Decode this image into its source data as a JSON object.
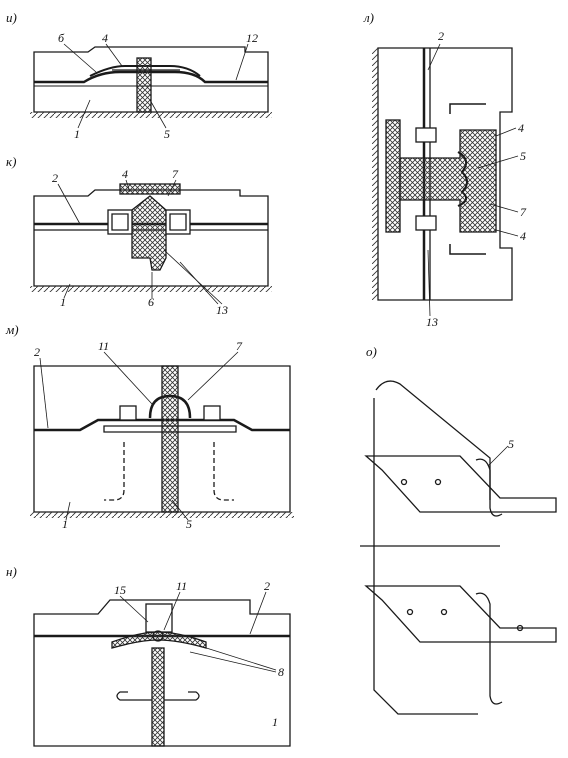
{
  "panels": {
    "i": {
      "letter": "и)",
      "labels": {
        "b": "б",
        "n4": "4",
        "n12": "12",
        "n1": "1",
        "n5": "5"
      }
    },
    "k": {
      "letter": "к)",
      "labels": {
        "n2": "2",
        "n4": "4",
        "n7": "7",
        "n1": "1",
        "n6": "6",
        "n13": "13"
      }
    },
    "l": {
      "letter": "л)",
      "labels": {
        "n2": "2",
        "n4a": "4",
        "n5": "5",
        "n7": "7",
        "n4b": "4",
        "n13": "13"
      }
    },
    "m": {
      "letter": "м)",
      "labels": {
        "n2": "2",
        "n11": "11",
        "n7": "7",
        "n1": "1",
        "n5": "5"
      }
    },
    "o": {
      "letter": "о)",
      "labels": {
        "n5": "5"
      }
    },
    "n": {
      "letter": "н)",
      "labels": {
        "n15": "15",
        "n11": "11",
        "n2": "2",
        "n8": "8",
        "n1": "1"
      }
    }
  },
  "colors": {
    "ink": "#1a1a1a",
    "paper": "#ffffff",
    "hatch": "#333333"
  }
}
